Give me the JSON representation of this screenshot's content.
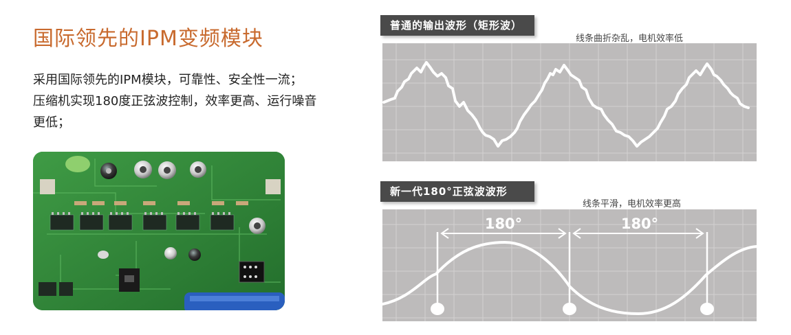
{
  "title": "国际领先的IPM变频模块",
  "description": {
    "line1": "采用国际领先的IPM模块，可靠性、安全性一流；",
    "line2": "压缩机实现180度正弦波控制，效率更高、运行噪音",
    "line3": "更低；"
  },
  "panel1": {
    "label": "普通的输出波形（矩形波）",
    "note": "线条曲折杂乱，电机效率低"
  },
  "panel2": {
    "label": "新一代180°正弦波波形",
    "note": "线条平滑，电机效率更高",
    "angle_left": "180°",
    "angle_right": "180°"
  },
  "colors": {
    "title": "#c86a2e",
    "label_bg": "#4a4a4a",
    "panel_bg": "#bdbbbb",
    "pcb_green": "#2f8a3a"
  }
}
